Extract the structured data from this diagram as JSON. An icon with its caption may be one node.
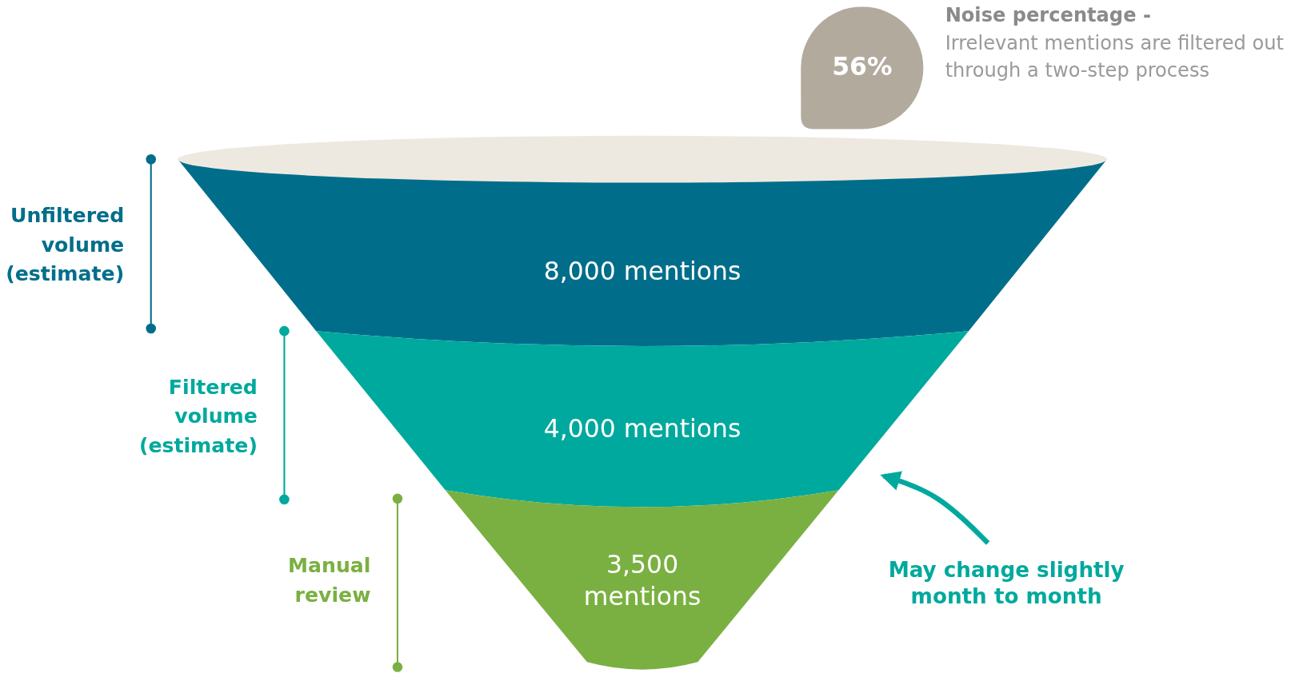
{
  "diagram": {
    "nodes": [
      {
        "text": [
          "8,000 mentions"
        ]
      },
      {
        "text": [
          "4,000 mentions"
        ]
      },
      {
        "text": [
          "3,500 mentions"
        ]
      },
      {
        "text": [
          "56%"
        ],
        "beside": [
          "Noise percentage -",
          "Irrelevant mentions are filtered out through a two-step process"
        ]
      },
      {
        "text": [
          "May change slightly month to month"
        ]
      }
    ],
    "edges": [
      {
        "from": 4,
        "to": 1,
        "arrow": "to"
      }
    ],
    "labels": [
      "Unfiltered volume (estimate)",
      "Filtered volume (estimate)",
      "Manual review"
    ]
  }
}
